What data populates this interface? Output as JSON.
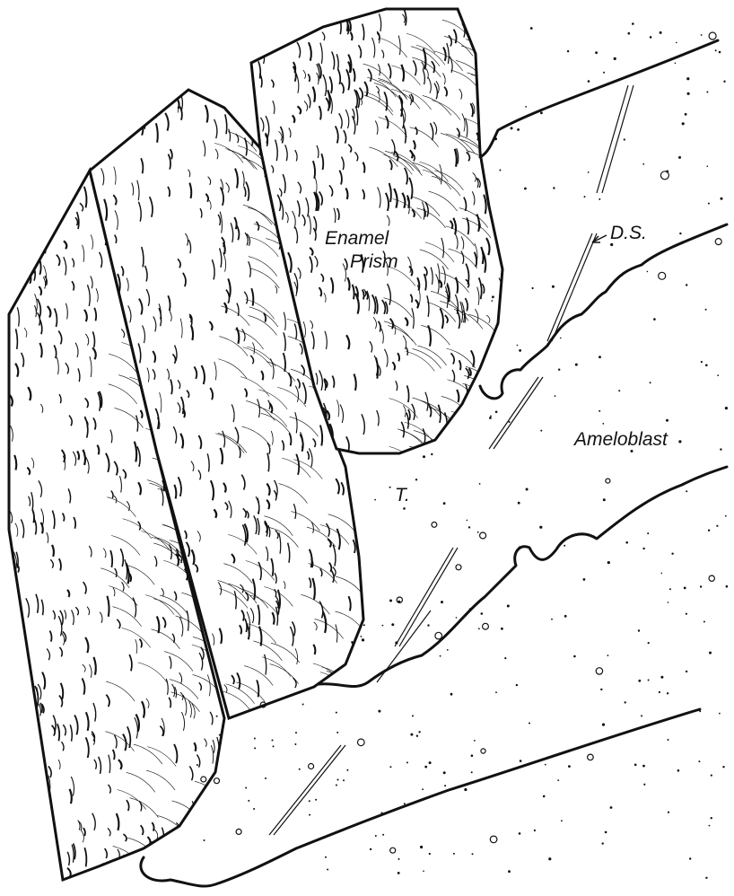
{
  "labels": {
    "enamel_line1": "Enamel",
    "enamel_line2": "Prism",
    "ds": "D.S.",
    "ameloblast": "Ameloblast",
    "t": "T."
  },
  "colors": {
    "ink": "#111111",
    "paper": "#ffffff"
  }
}
